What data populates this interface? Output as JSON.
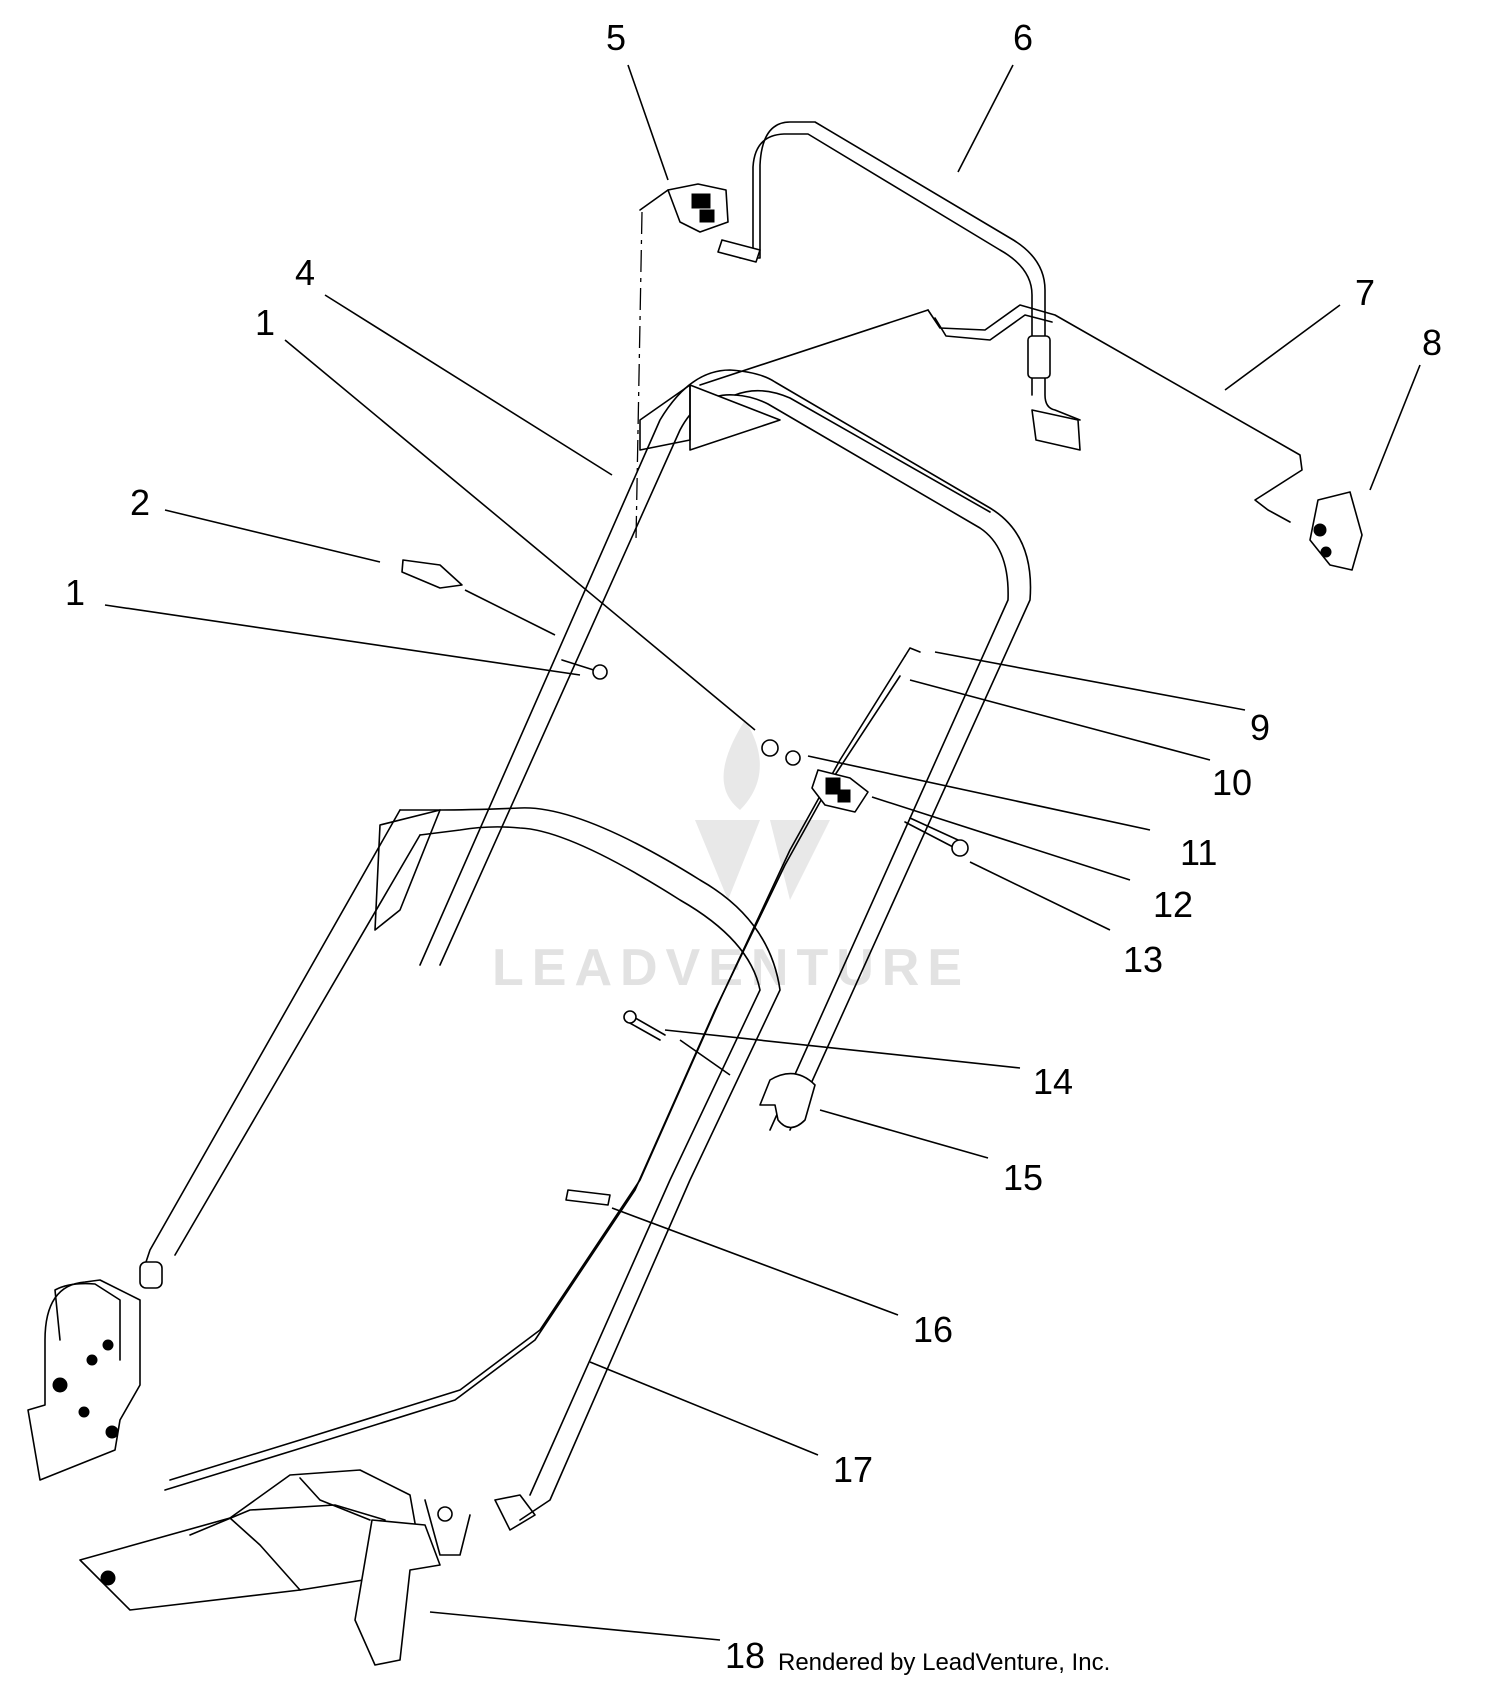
{
  "callouts": [
    {
      "id": "p5",
      "label": "5"
    },
    {
      "id": "p6",
      "label": "6"
    },
    {
      "id": "p4",
      "label": "4"
    },
    {
      "id": "p1a",
      "label": "1"
    },
    {
      "id": "p7",
      "label": "7"
    },
    {
      "id": "p8",
      "label": "8"
    },
    {
      "id": "p2",
      "label": "2"
    },
    {
      "id": "p1b",
      "label": "1"
    },
    {
      "id": "p9",
      "label": "9"
    },
    {
      "id": "p10",
      "label": "10"
    },
    {
      "id": "p11",
      "label": "11"
    },
    {
      "id": "p12",
      "label": "12"
    },
    {
      "id": "p13",
      "label": "13"
    },
    {
      "id": "p14",
      "label": "14"
    },
    {
      "id": "p15",
      "label": "15"
    },
    {
      "id": "p16",
      "label": "16"
    },
    {
      "id": "p17",
      "label": "17"
    },
    {
      "id": "p18",
      "label": "18"
    }
  ],
  "watermark": {
    "text": "LEADVENTURE",
    "icon": "leadventure-logo-icon"
  },
  "credit": "Rendered by LeadVenture, Inc.",
  "colors": {
    "line": "#000000",
    "background": "#ffffff",
    "watermark": "#e2e2e2"
  }
}
